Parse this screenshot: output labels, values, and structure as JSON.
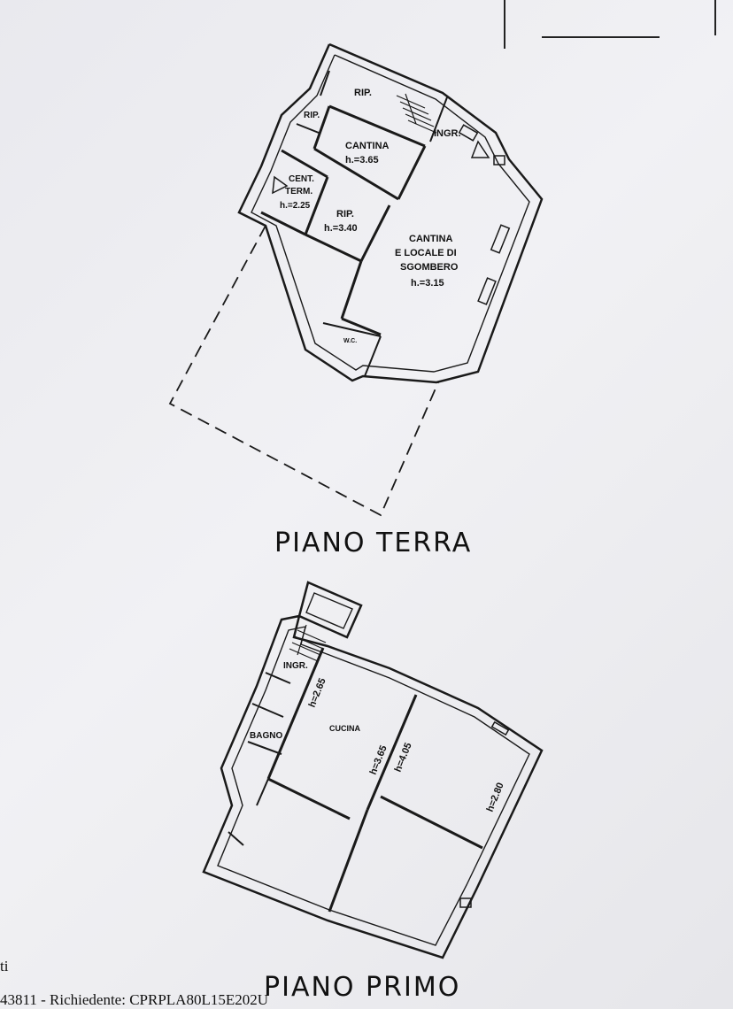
{
  "ground_floor": {
    "title": "PIANO TERRA",
    "rooms": {
      "rip_top": "RIP.",
      "rip_left": "RIP.",
      "cantina": "CANTINA",
      "cantina_h": "h.=3.65",
      "ingr": "INGR.",
      "cent": "CENT.",
      "term": "TERM.",
      "cent_h": "h.=2.25",
      "rip_mid": "RIP.",
      "rip_mid_h": "h.=3.40",
      "cantina_sgombero_1": "CANTINA",
      "cantina_sgombero_2": "E LOCALE DI",
      "cantina_sgombero_3": "SGOMBERO",
      "cantina_sgombero_h": "h.=3.15",
      "wc": "W.C."
    }
  },
  "first_floor": {
    "title": "PIANO PRIMO",
    "rooms": {
      "ingr": "INGR.",
      "cucina": "CUCINA",
      "bagno": "BAGNO",
      "h_265": "h=2.65",
      "h_365": "h=3.65",
      "h_405": "h=4.05",
      "h_280": "h=2.80"
    }
  },
  "footer": {
    "left_fragment": "ti",
    "request_line": "43811 - Richiedente: CPRPLA80L15E202U"
  }
}
